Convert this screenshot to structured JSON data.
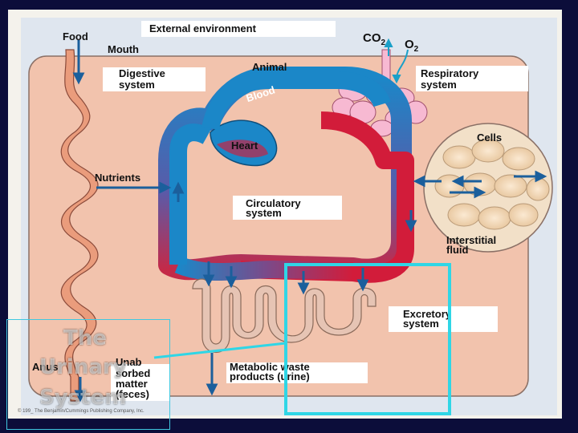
{
  "diagram": {
    "labels": {
      "external_environment": "External environment",
      "food": "Food",
      "mouth": "Mouth",
      "co2": "CO",
      "co2_sub": "2",
      "o2": "O",
      "o2_sub": "2",
      "digestive_1": "Digestive",
      "digestive_2": "system",
      "animal": "Animal",
      "blood": "Blood",
      "respiratory_1": "Respiratory",
      "respiratory_2": "system",
      "heart": "Heart",
      "cells": "Cells",
      "nutrients": "Nutrients",
      "circulatory_1": "Circulatory",
      "circulatory_2": "system",
      "interstitial_1": "Interstitial",
      "interstitial_2": "fluid",
      "excretory_1": "Excretory",
      "excretory_2": "system",
      "anus": "Anus",
      "unabsorbed_1": "Unab",
      "unabsorbed_2": "sorbed",
      "unabsorbed_3": "matter",
      "unabsorbed_4": "(feces)",
      "metabolic_1": "Metabolic waste",
      "metabolic_2": "products (urine)",
      "copyright": "© 199_ The Benjamin/Cummings Publishing Company, Inc."
    },
    "colors": {
      "outer_panel": "#f4f2ec",
      "body_fill": "#f2c3ad",
      "artery": "#d21c3a",
      "vein": "#1b87c8",
      "highlight_box": "#2fd6e6",
      "background": "#0c0d3a"
    }
  },
  "slide_title": {
    "line1": "The",
    "line2": "Urinary",
    "line3": "System"
  }
}
